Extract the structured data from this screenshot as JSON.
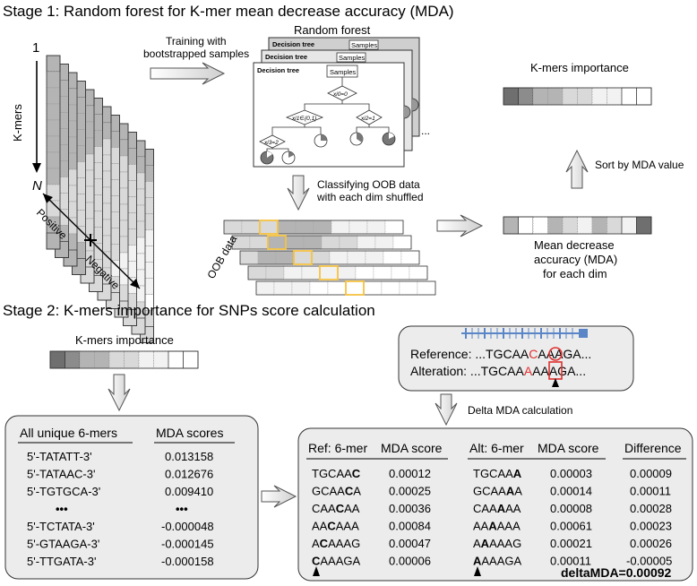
{
  "stage1": {
    "title": "Stage 1: Random forest for K-mer mean decrease accuracy (MDA)",
    "left": {
      "axis_top": "1",
      "axis_label": "K-mers",
      "axis_bottom": "N",
      "positive": "Positive",
      "negative": "Negative"
    },
    "training_label_1": "Training with",
    "training_label_2": "bootstrapped samples",
    "forest": {
      "title": "Random forest",
      "tree_label": "Decision tree",
      "samples_label": "Samples",
      "node_root": "xi0=0",
      "node_left": "xi1∈{0,1}",
      "node_right": "xi2=1",
      "node_ll": "xi3=2",
      "ellipsis": "..."
    },
    "classify_1": "Classifying OOB data",
    "classify_2": "with each dim shuffled",
    "oob_label": "OOB data",
    "importance_label": "K-mers importance",
    "sort_label": "Sort by MDA value",
    "mda_label_1": "Mean decrease",
    "mda_label_2": "accuracy (MDA)",
    "mda_label_3": "for each dim"
  },
  "stage2": {
    "title": "Stage 2: K-mers importance for SNPs score calculation",
    "importance_label": "K-mers importance",
    "ref_prefix": "Reference: ...TGCAA",
    "ref_base": "C",
    "ref_suffix": "AAAGA...",
    "alt_prefix": "Alteration: ...TGCAA",
    "alt_base": "A",
    "alt_suffix": "AAAGA...",
    "delta_label": "Delta MDA calculation",
    "table1": {
      "col1": "All unique 6-mers",
      "col2": "MDA scores",
      "rows": [
        [
          "5'-TATATT-3'",
          "0.013158"
        ],
        [
          "5'-TATAAC-3'",
          "0.012676"
        ],
        [
          "5'-TGTGCA-3'",
          "0.009410"
        ],
        [
          "•••",
          "•••"
        ],
        [
          "5'-TCTATA-3'",
          "-0.000048"
        ],
        [
          "5'-GTAAGA-3'",
          "-0.000145"
        ],
        [
          "5'-TTGATA-3'",
          "-0.000158"
        ]
      ]
    },
    "table2": {
      "ref_header": "Ref: 6-mer",
      "ref_score_header": "MDA score",
      "alt_header": "Alt: 6-mer",
      "alt_score_header": "MDA score",
      "diff_header": "Difference",
      "rows": [
        {
          "ref_a": "TGCAA",
          "ref_b": "C",
          "ref_c": "",
          "ref_score": "0.00012",
          "alt_a": "TGCAA",
          "alt_b": "A",
          "alt_c": "",
          "alt_score": "0.00003",
          "diff": "0.00009"
        },
        {
          "ref_a": "GCAA",
          "ref_b": "C",
          "ref_c": "A",
          "ref_score": "0.00025",
          "alt_a": "GCAA",
          "alt_b": "A",
          "alt_c": "A",
          "alt_score": "0.00014",
          "diff": "0.00011"
        },
        {
          "ref_a": "CAA",
          "ref_b": "C",
          "ref_c": "AA",
          "ref_score": "0.00036",
          "alt_a": "CAA",
          "alt_b": "A",
          "alt_c": "AA",
          "alt_score": "0.00008",
          "diff": "0.00028"
        },
        {
          "ref_a": "AA",
          "ref_b": "C",
          "ref_c": "AAA",
          "ref_score": "0.00084",
          "alt_a": "AA",
          "alt_b": "A",
          "alt_c": "AAA",
          "alt_score": "0.00061",
          "diff": "0.00023"
        },
        {
          "ref_a": "A",
          "ref_b": "C",
          "ref_c": "AAAG",
          "ref_score": "0.00047",
          "alt_a": "A",
          "alt_b": "A",
          "alt_c": "AAAG",
          "alt_score": "0.00021",
          "diff": "0.00026"
        },
        {
          "ref_a": "",
          "ref_b": "C",
          "ref_c": "AAAGA",
          "ref_score": "0.00006",
          "alt_a": "",
          "alt_b": "A",
          "alt_c": "AAAGA",
          "alt_score": "0.00011",
          "diff": "-0.00005"
        }
      ],
      "total": "deltaMDA=0.00092"
    }
  },
  "colors": {
    "dark": "#6f6f6f",
    "mid": "#b4b4b4",
    "light": "#d9d9d9",
    "pale": "#f2f2f2",
    "highlight": "#f5c242",
    "red": "#e03030",
    "blue": "#5a86c8",
    "panel": "#ececec"
  }
}
